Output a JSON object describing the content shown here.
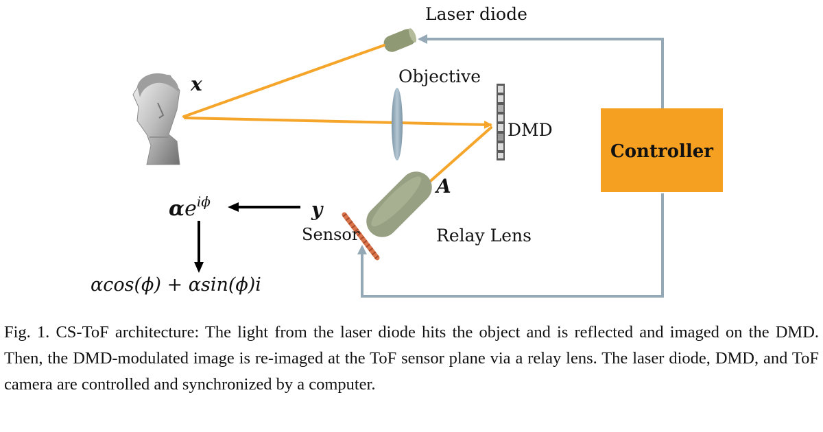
{
  "diagram": {
    "labels": {
      "laser_diode": "Laser diode",
      "objective": "Objective",
      "dmd": "DMD",
      "controller": "Controller",
      "relay_lens": "Relay Lens",
      "sensor": "Sensor",
      "object_symbol": "x",
      "matrix_symbol": "A",
      "measurement_symbol": "y",
      "phasor_alpha": "α",
      "phasor_e": "e",
      "phasor_exponent": "iϕ",
      "decomposition": "αcos(ϕ) + αsin(ϕ)i"
    },
    "colors": {
      "light_path": "#f5a52a",
      "control_wire": "#94a9b5",
      "controller_fill": "#f5a020",
      "laser_body": "#8f9a74",
      "objective_lens": "#8aa3b4",
      "relay_lens": "#97a083",
      "sensor": "#d9744a"
    },
    "icons": {
      "object": "david-bust-icon"
    }
  },
  "caption": {
    "label": "Fig. 1.",
    "text": "CS-ToF architecture: The light from the laser diode hits the object and is reflected and imaged on the DMD. Then, the DMD-modulated image is re-imaged at the ToF sensor plane via a relay lens. The laser diode, DMD, and ToF camera are controlled and synchronized by a computer."
  }
}
